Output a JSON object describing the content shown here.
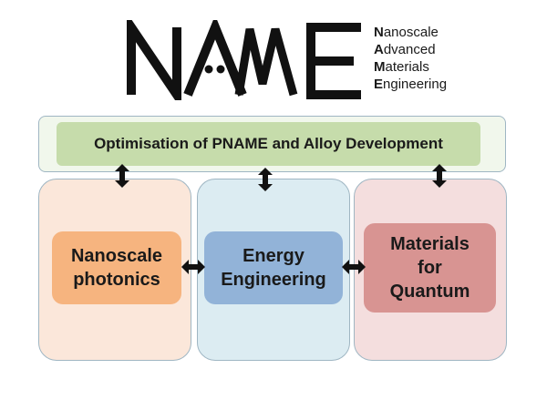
{
  "logo": {
    "wordmark": "NAME",
    "expansion": [
      {
        "initial": "N",
        "rest": "anoscale"
      },
      {
        "initial": "A",
        "rest": "dvanced"
      },
      {
        "initial": "M",
        "rest": "aterials"
      },
      {
        "initial": "E",
        "rest": "ngineering"
      }
    ]
  },
  "banner": {
    "label": "Optimisation of PNAME and Alloy Development"
  },
  "themes": {
    "photonics": {
      "line1": "Nanoscale",
      "line2": "photonics"
    },
    "energy": {
      "line1": "Energy",
      "line2": "Engineering"
    },
    "quantum": {
      "line1": "Materials",
      "line2": "for",
      "line3": "Quantum"
    }
  },
  "colors": {
    "banner_outer": "#f1f7ec",
    "banner_inner": "#c6dcab",
    "photonics_column": "#fbe7da",
    "photonics_box": "#f6b47f",
    "energy_column": "#dcecf2",
    "energy_box": "#92b3d8",
    "quantum_column": "#f4dede",
    "quantum_box": "#d89492",
    "arrow": "#111111"
  },
  "icons": {
    "vertical_arrow": "double-headed-vertical-arrow",
    "horizontal_arrow": "double-headed-horizontal-arrow"
  }
}
